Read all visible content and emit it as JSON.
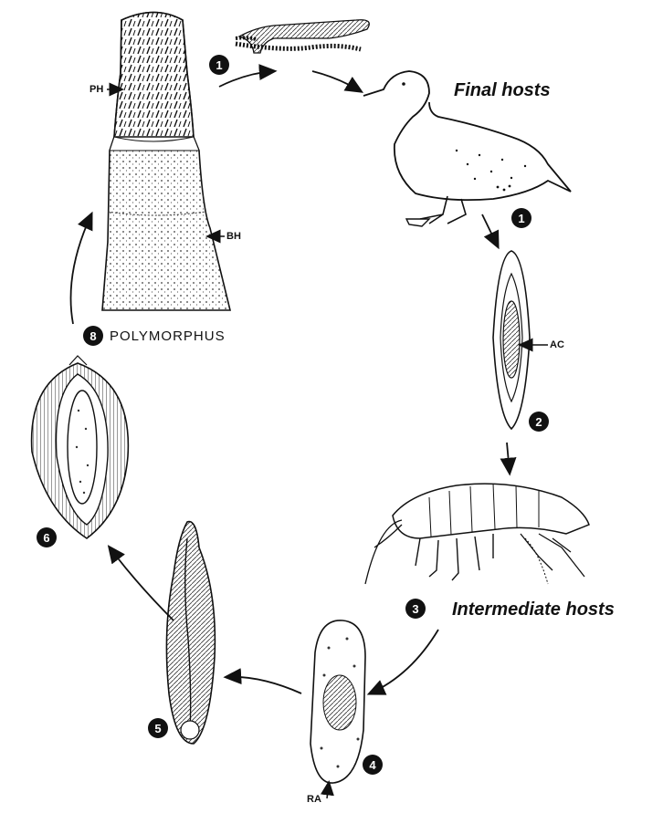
{
  "labels": {
    "final_hosts": "Final hosts",
    "intermediate_hosts": "Intermediate hosts",
    "genus": "POLYMORPHUS",
    "ph": "PH",
    "bh": "BH",
    "ac": "AC",
    "ra": "RA"
  },
  "stages": {
    "s1_top": "1",
    "s1_right": "1",
    "s2": "2",
    "s3": "3",
    "s4": "4",
    "s5": "5",
    "s6": "6",
    "s8": "8"
  }
}
